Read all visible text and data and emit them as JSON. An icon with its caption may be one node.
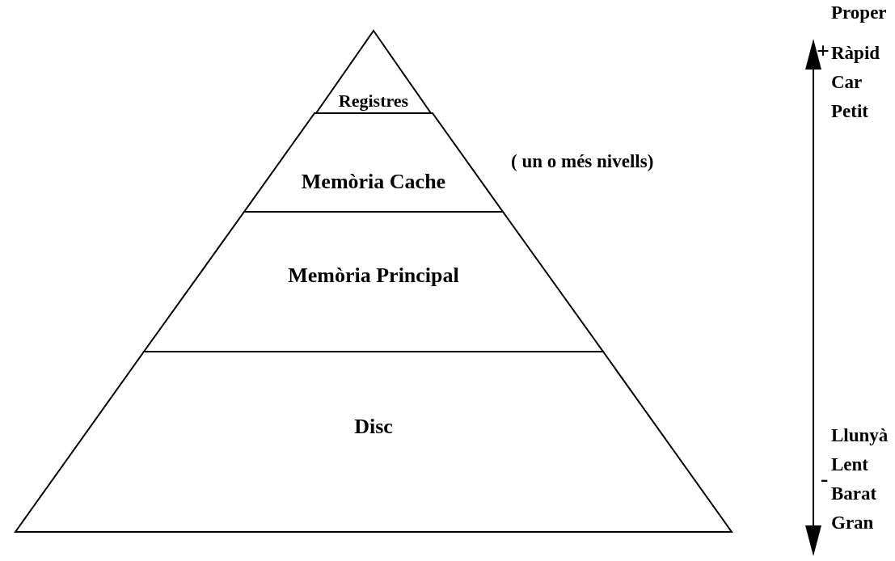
{
  "diagram": {
    "nodes": [
      {
        "text": [
          "Registres"
        ]
      },
      {
        "text": [
          "Memòria Cache"
        ],
        "beside": [
          "( un o més nivells)"
        ]
      },
      {
        "text": [
          "Memòria Principal"
        ]
      },
      {
        "text": [
          "Disc"
        ]
      }
    ],
    "edges": [],
    "labels": [
      "Proper",
      "+",
      "Ràpid",
      "Car",
      "Petit",
      "Llunyà",
      "Lent",
      "-",
      "Barat",
      "Gran"
    ]
  }
}
